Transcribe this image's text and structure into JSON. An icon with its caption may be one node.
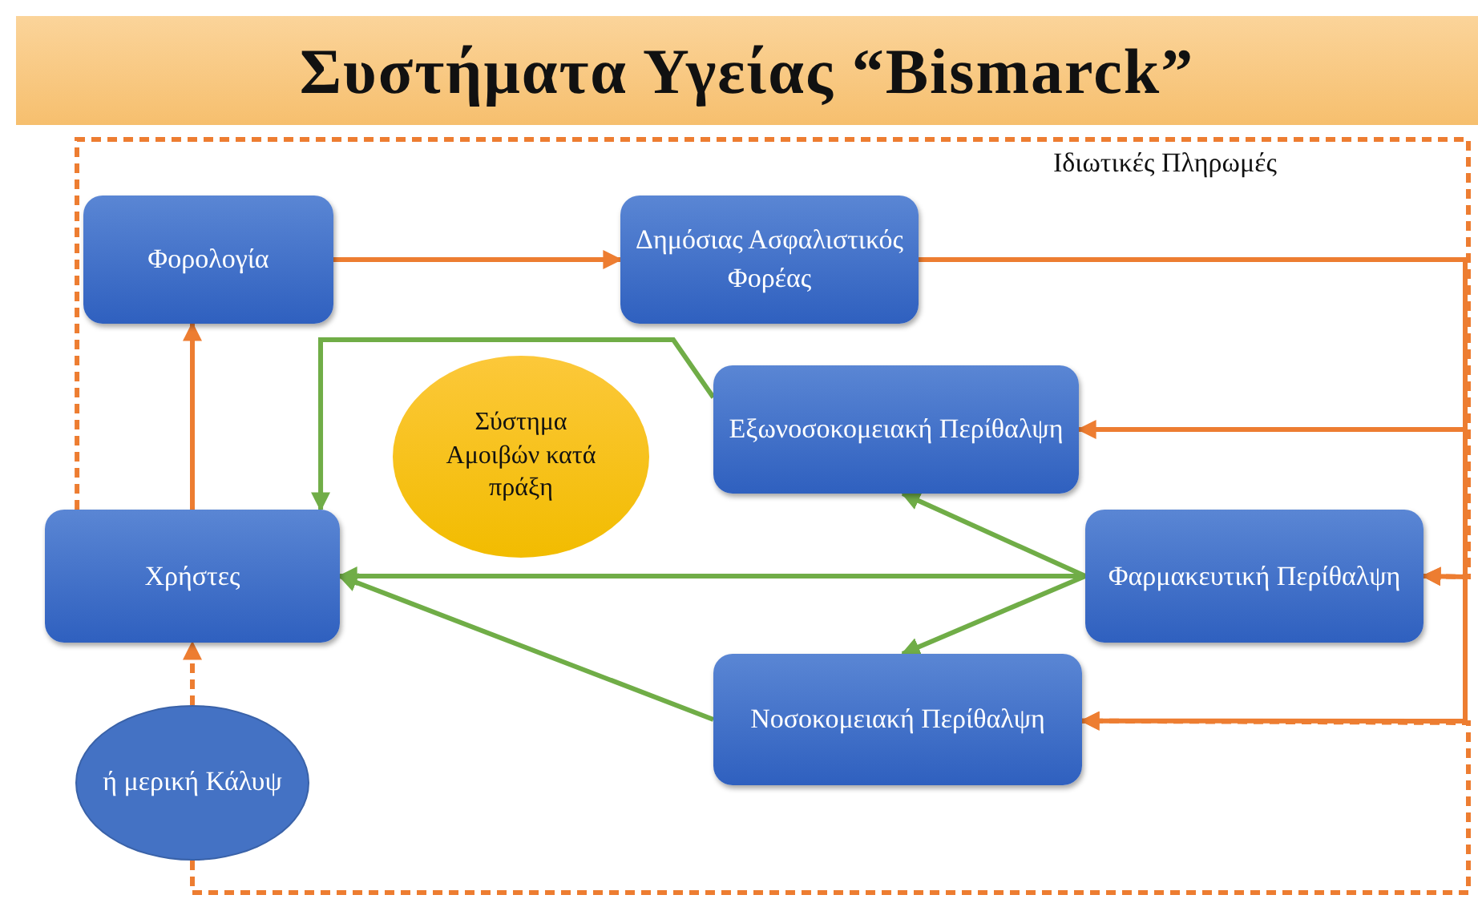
{
  "diagram": {
    "title": "Συστήματα Υγείας “Bismarck”",
    "nodes": [
      {
        "text": [
          "Φορολογία"
        ]
      },
      {
        "text": [
          "Δημόσιας Ασφαλιστικός Φορέας"
        ]
      },
      {
        "text": [
          "Εξωνοσοκομειακή Περίθαλψη"
        ]
      },
      {
        "text": [
          "Σύστημα Αμοιβών κατά πράξη"
        ]
      },
      {
        "text": [
          "Χρήστες"
        ]
      },
      {
        "text": [
          "Φαρμακευτική Περίθαλψη"
        ]
      },
      {
        "text": [
          "Νοσοκομειακή Περίθαλψη"
        ]
      },
      {
        "text": [
          "ή μερική Κάλυψ"
        ]
      }
    ],
    "edges": [
      {
        "from": 4,
        "to": 0,
        "arrow": "to"
      },
      {
        "from": 0,
        "to": 1,
        "arrow": "to"
      },
      {
        "from": 1,
        "to": 2,
        "arrow": "to"
      },
      {
        "from": 1,
        "to": 5,
        "arrow": "to"
      },
      {
        "from": 1,
        "to": 6,
        "arrow": "to"
      },
      {
        "from": 2,
        "to": 4,
        "arrow": "to",
        "color": "#70ad47"
      },
      {
        "from": 5,
        "to": 4,
        "arrow": "to",
        "color": "#70ad47"
      },
      {
        "from": 6,
        "to": 4,
        "arrow": "to",
        "color": "#70ad47"
      },
      {
        "from": 5,
        "to": 2,
        "arrow": "to",
        "color": "#70ad47"
      },
      {
        "from": 5,
        "to": 6,
        "arrow": "to",
        "color": "#70ad47"
      },
      {
        "from": 4,
        "to": 5,
        "arrow": "to",
        "style": "dashed"
      },
      {
        "from": 7,
        "to": 4,
        "arrow": "to",
        "style": "dashed"
      },
      {
        "from": 7,
        "to": 6,
        "arrow": "to",
        "style": "dashed"
      }
    ],
    "labels": [
      "Ιδιωτικές Πληρωμές"
    ]
  }
}
